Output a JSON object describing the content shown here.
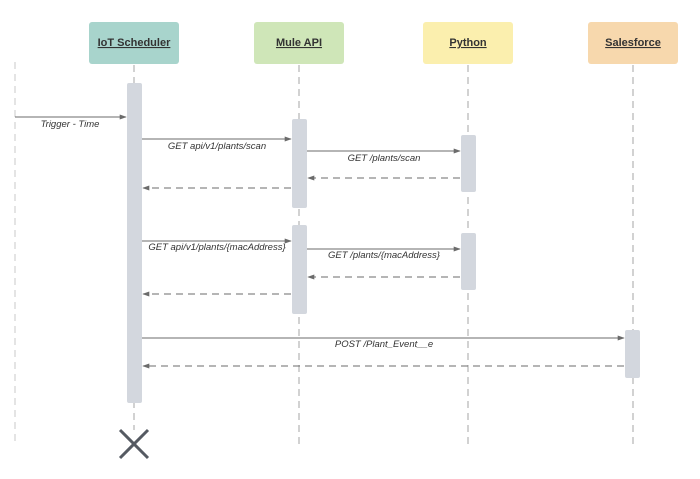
{
  "participants": [
    {
      "id": "iot",
      "label": "IoT Scheduler",
      "color": "#a8d4cc"
    },
    {
      "id": "mule",
      "label": "Mule API",
      "color": "#cfe6b8"
    },
    {
      "id": "python",
      "label": "Python",
      "color": "#fbefae"
    },
    {
      "id": "salesforce",
      "label": "Salesforce",
      "color": "#f7d8ad"
    }
  ],
  "messages": [
    {
      "id": "trigger",
      "label": "Trigger - Time",
      "type": "sync"
    },
    {
      "id": "scan-request",
      "label": "GET api/v1/plants/scan",
      "type": "sync"
    },
    {
      "id": "python-scan-request",
      "label": "GET /plants/scan",
      "type": "sync"
    },
    {
      "id": "python-scan-return",
      "label": "",
      "type": "return"
    },
    {
      "id": "scan-return",
      "label": "",
      "type": "return"
    },
    {
      "id": "mac-request",
      "label": "GET api/v1/plants/{macAddress}",
      "type": "sync"
    },
    {
      "id": "python-mac-request",
      "label": "GET /plants/{macAddress}",
      "type": "sync"
    },
    {
      "id": "python-mac-return",
      "label": "",
      "type": "return"
    },
    {
      "id": "mac-return",
      "label": "",
      "type": "return"
    },
    {
      "id": "post-event",
      "label": "POST /Plant_Event__e",
      "type": "sync"
    },
    {
      "id": "post-return",
      "label": "",
      "type": "return"
    }
  ],
  "colors": {
    "activation": "#d3d7de",
    "lifeline": "#a6a6a6",
    "arrow": "#6b6b6b",
    "destroy": "#555a62"
  }
}
